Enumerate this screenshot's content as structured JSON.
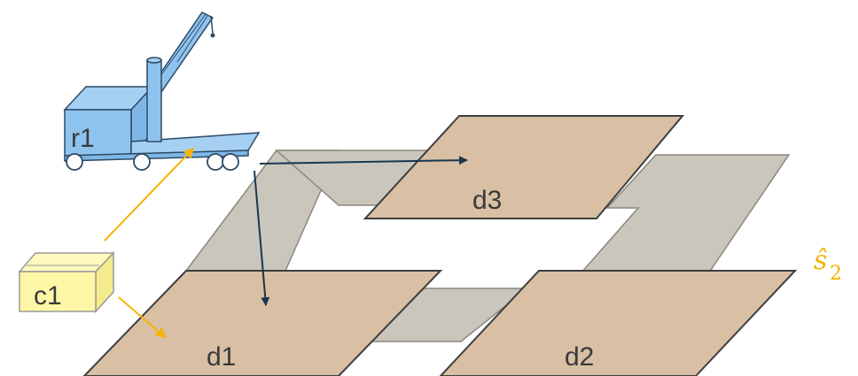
{
  "robot": {
    "label": "r1"
  },
  "container": {
    "label": "c1"
  },
  "docks": [
    {
      "id": "d1",
      "label": "d1"
    },
    {
      "id": "d2",
      "label": "d2"
    },
    {
      "id": "d3",
      "label": "d3"
    }
  ],
  "state": {
    "symbol": "ŝ",
    "subscript": "2"
  },
  "colors": {
    "road": "#cbc6bc",
    "dock": "#d9bfa4",
    "robot": "#8fc3ef",
    "container": "#fff7a6",
    "nav_arrow": "#18384f",
    "move_arrow": "#f5b400",
    "state_label": "#f0b400"
  }
}
